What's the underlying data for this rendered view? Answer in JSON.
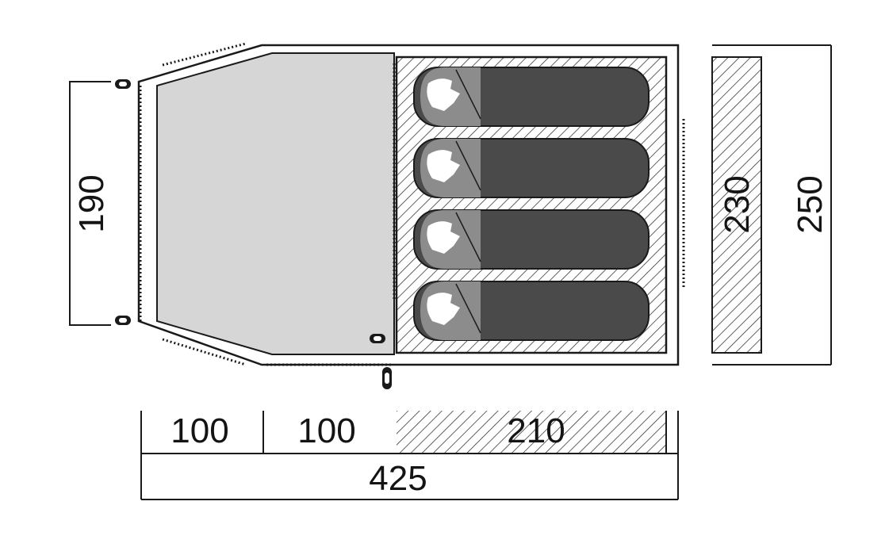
{
  "dimensions": {
    "vestibule_side_height": "190",
    "inner_tent_depth": "230",
    "total_depth": "250",
    "front_section": "100",
    "middle_section": "100",
    "sleeping_section": "210",
    "total_length": "425"
  },
  "sleeping_bags": {
    "count": 4
  },
  "colors": {
    "outline": "#1a1a1a",
    "vestibule_fill": "#d6d6d6",
    "sleeping_bag": "#4a4a4a",
    "hood": "#8c8c8c",
    "hatch": "#3a3a3a"
  }
}
